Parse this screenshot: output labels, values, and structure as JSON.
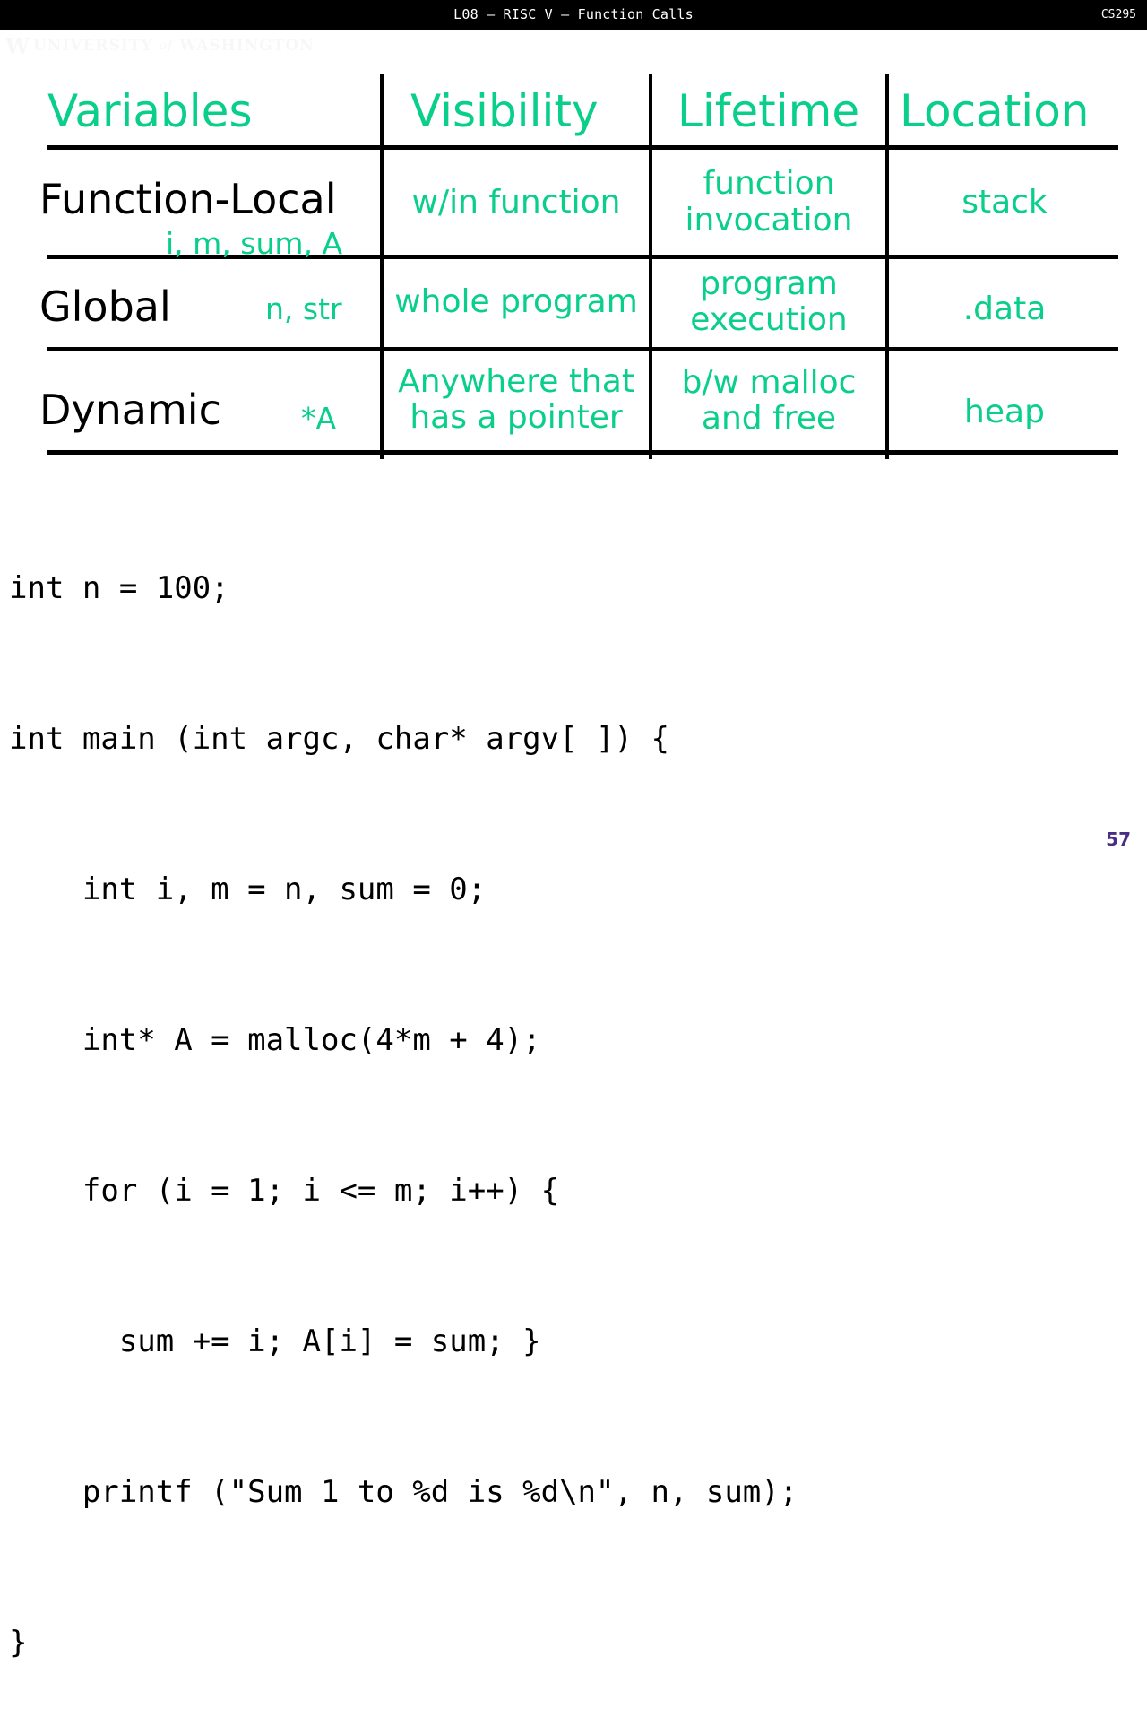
{
  "header": {
    "title": "L08 – RISC V – Function Calls",
    "course": "CS295",
    "bg_color": "#000000",
    "text_color": "#ffffff"
  },
  "watermark": {
    "mark": "W",
    "word1": "UNIVERSITY",
    "word_of": "of",
    "word2": "WASHINGTON"
  },
  "colors": {
    "accent_teal": "#0ACF8A",
    "text_black": "#000000",
    "uw_purple": "#4B2E83"
  },
  "table": {
    "columns": [
      "Variables",
      "Visibility",
      "Lifetime",
      "Location"
    ],
    "rows": [
      {
        "label": "Function-Local",
        "vars": "i, m, sum, A",
        "visibility": "w/in function",
        "lifetime_line1": "function",
        "lifetime_line2": "invocation",
        "location": "stack"
      },
      {
        "label": "Global",
        "vars": "n, str",
        "visibility": "whole program",
        "lifetime_line1": "program",
        "lifetime_line2": "execution",
        "location": ".data"
      },
      {
        "label": "Dynamic",
        "vars": "*A",
        "visibility_line1": "Anywhere that",
        "visibility_line2": "has a pointer",
        "lifetime_line1": "b/w malloc",
        "lifetime_line2": "and free",
        "location": "heap"
      }
    ]
  },
  "code": {
    "lines": [
      "int n = 100;",
      "int main (int argc, char* argv[ ]) {",
      "    int i, m = n, sum = 0;",
      "    int* A = malloc(4*m + 4);",
      "    for (i = 1; i <= m; i++) {",
      "      sum += i; A[i] = sum; }",
      "    printf (\"Sum 1 to %d is %d\\n\", n, sum);",
      "}"
    ],
    "line1": "int n = 100;",
    "line2": "int main (int argc, char* argv[ ]) {",
    "line3": "    int i, m = n, sum = 0;",
    "line4": "    int* A = malloc(4*m + 4);",
    "line5": "    for (i = 1; i <= m; i++) {",
    "line6": "      sum += i; A[i] = sum; }",
    "line7": "    printf (\"Sum 1 to %d is %d\\n\", n, sum);",
    "line8": "}"
  },
  "footer": {
    "slide_number": "57"
  }
}
